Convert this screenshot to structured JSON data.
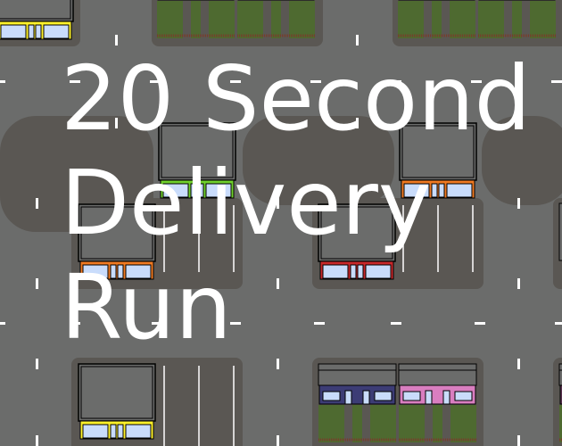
{
  "title": {
    "lines": [
      "20 Second",
      "Delivery",
      "Run"
    ]
  },
  "colors": {
    "road": "#6b6c6b",
    "sidewalk": "#5a5753",
    "lane_marking": "#ffffff",
    "window": "#c9dcfb",
    "lawn": "#4e6a30",
    "fence": "#7a3b2a",
    "shop_yellow": "#fff22a",
    "shop_green": "#6fd12c",
    "shop_orange": "#f07a22",
    "shop_red": "#c8282a",
    "house_navy": "#3c3c75",
    "house_pink": "#d97ec0",
    "house_plum": "#5a3350"
  }
}
